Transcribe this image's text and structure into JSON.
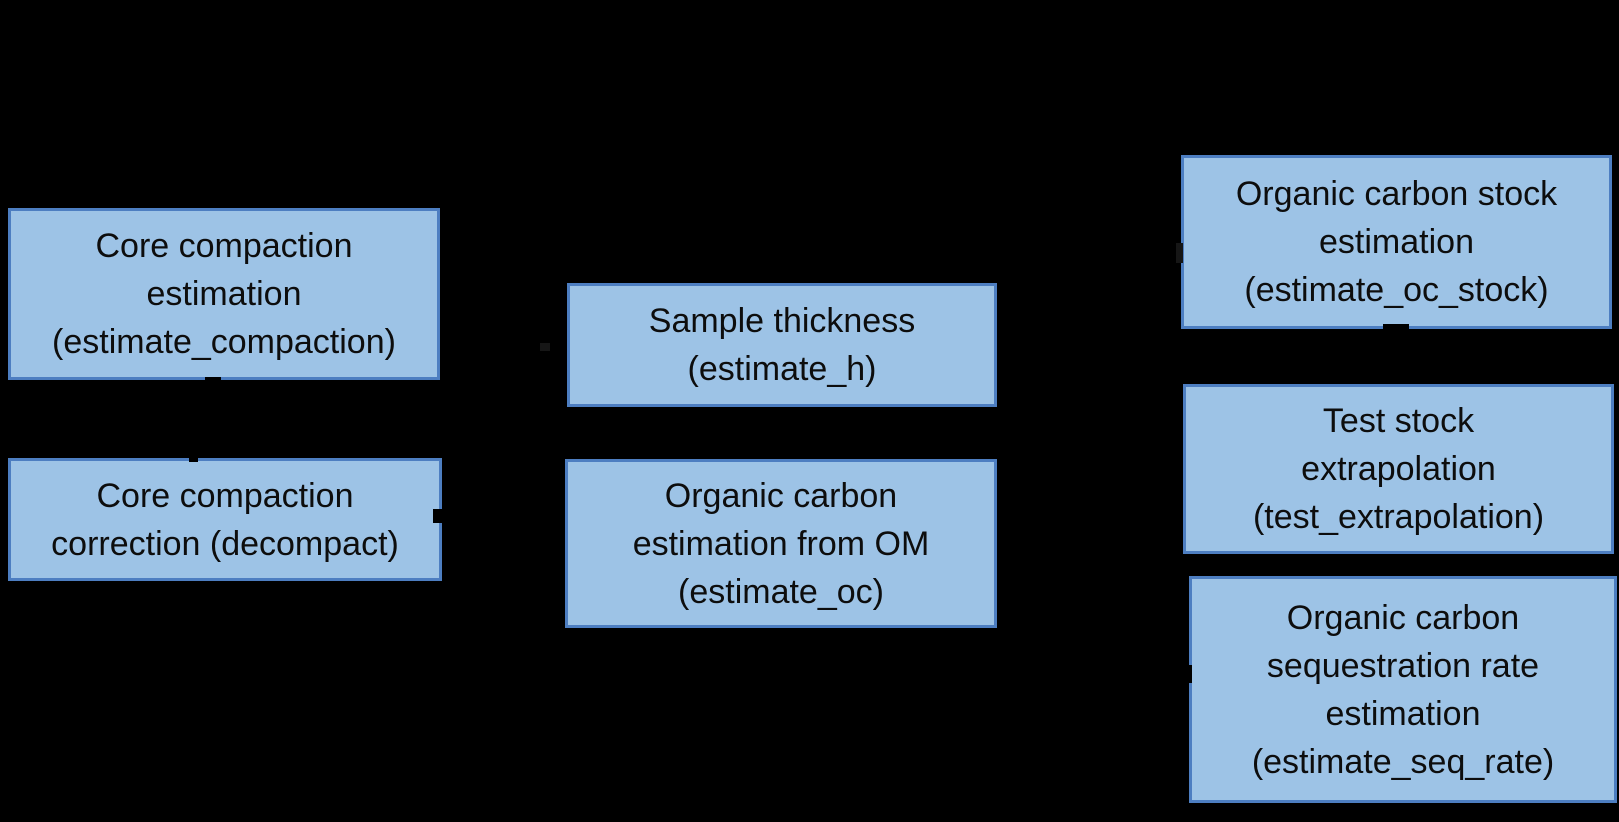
{
  "diagram": {
    "colors": {
      "background": "#000000",
      "node_fill": "#9DC3E6",
      "node_border": "#4D7EC1",
      "node_text": "#0D0D0D"
    },
    "nodes": [
      {
        "name": "estimate_compaction",
        "label": "Core compaction\nestimation\n(estimate_compaction)"
      },
      {
        "name": "decompact",
        "label": "Core compaction\ncorrection (decompact)"
      },
      {
        "name": "estimate_h",
        "label": "Sample thickness\n(estimate_h)"
      },
      {
        "name": "estimate_oc",
        "label": "Organic carbon\nestimation from OM\n(estimate_oc)"
      },
      {
        "name": "estimate_oc_stock",
        "label": "Organic carbon stock\nestimation\n(estimate_oc_stock)"
      },
      {
        "name": "test_extrapolation",
        "label": "Test stock\nextrapolation\n(test_extrapolation)"
      },
      {
        "name": "estimate_seq_rate",
        "label": "Organic carbon\nsequestration rate\nestimation\n(estimate_seq_rate)"
      }
    ]
  }
}
